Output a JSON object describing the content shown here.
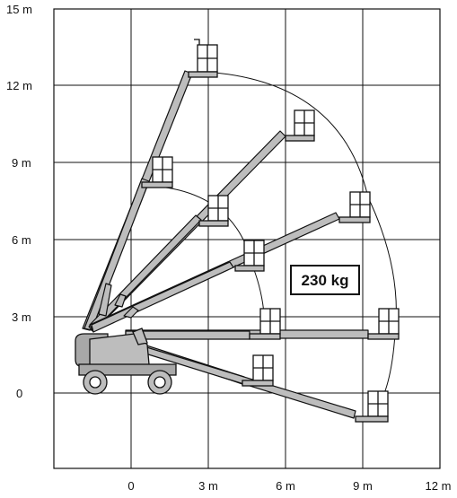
{
  "diagram": {
    "y_axis_labels": [
      "15 m",
      "12 m",
      "9 m",
      "6 m",
      "3 m",
      "0"
    ],
    "x_axis_labels": [
      "0",
      "3 m",
      "6 m",
      "9 m",
      "12 m"
    ],
    "load_label": "230 kg",
    "colors": {
      "line": "#111111",
      "grid": "#111111",
      "boom_fill": "#bdbdbd",
      "machine_fill": "#a8a8a8",
      "background": "#ffffff"
    }
  }
}
